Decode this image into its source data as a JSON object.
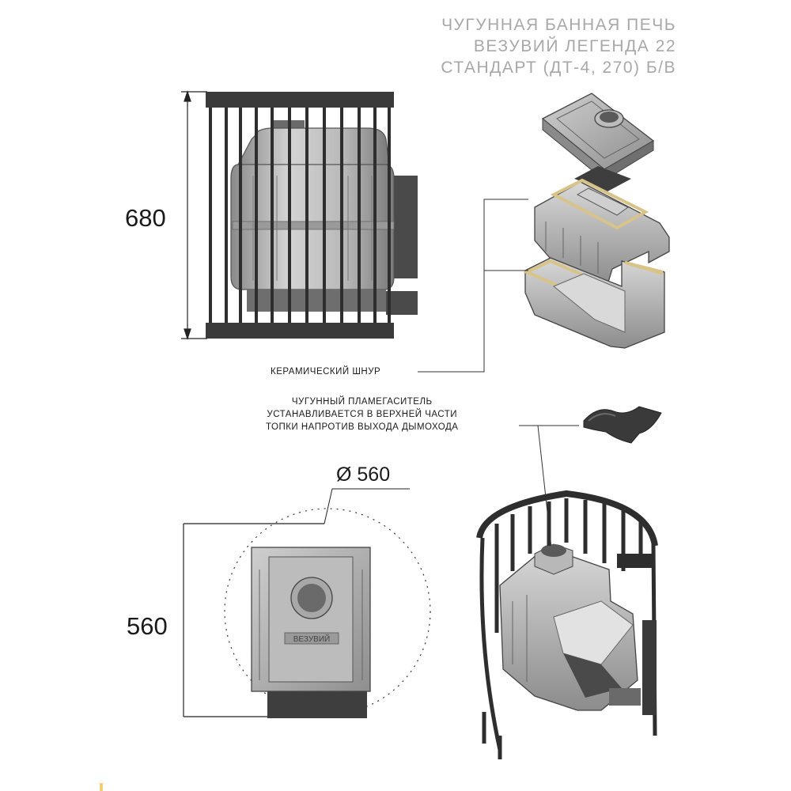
{
  "title": {
    "line1": "ЧУГУННАЯ БАННАЯ ПЕЧЬ",
    "line2": "ВЕЗУВИЙ ЛЕГЕНДА 22",
    "line3": "СТАНДАРТ (ДТ-4, 270) Б/В"
  },
  "dimensions": {
    "height": "680",
    "depth": "560",
    "diameter": "Ø 560"
  },
  "callouts": {
    "ceramic_cord": "КЕРАМИЧЕСКИЙ ШНУР",
    "flame_arrester_line1": "ЧУГУННЫЙ ПЛАМЕГАСИТЕЛЬ",
    "flame_arrester_line2": "УСТАНАВЛИВАЕТСЯ В ВЕРХНЕЙ ЧАСТИ",
    "flame_arrester_line3": "ТОПКИ НАПРОТИВ ВЫХОДА ДЫМОХОДА"
  },
  "colors": {
    "steel": "#3a3a3a",
    "cast_iron": "#9a9a9a",
    "cord": "#d8c48a"
  },
  "plate_logo": "ВЕЗУВИЙ"
}
